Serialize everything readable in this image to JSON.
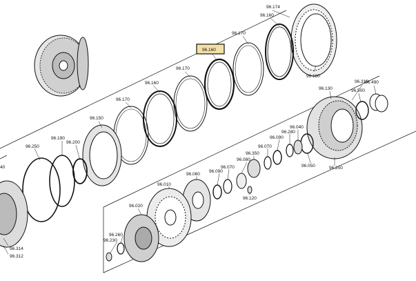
{
  "diagram": {
    "highlighted_label": "96.160",
    "labels": {
      "l_96_174": "96.174",
      "l_96_160_top": "96.160",
      "l_96_170_a": "96.170",
      "l_96_180": "96.180",
      "l_96_170_b": "96.170",
      "l_96_160_mid": "96.160",
      "l_96_170_c": "96.170",
      "l_96_150": "96.150",
      "l_96_190": "96.190",
      "l_96_200": "96.200",
      "l_96_250_left": "96.250",
      "l_40": "40",
      "l_96_310": "96.310",
      "l_96_130": "96.130",
      "l_96_500": "96.500",
      "l_96_490": "96.490",
      "l_96_040": "96.040",
      "l_96_280": "96.280",
      "l_96_090_a": "96.090",
      "l_96_070_a": "96.070",
      "l_96_050": "96.050",
      "l_96_250_right": "96.250",
      "l_96_080": "96.080",
      "l_96_350": "96.350",
      "l_96_070_b": "96.070",
      "l_96_090_b": "96.090",
      "l_96_060": "96.060",
      "l_96_010": "96.010",
      "l_96_120": "96.120",
      "l_96_020": "96.020",
      "l_96_260": "96.260",
      "l_96_230": "96.230",
      "l_96_314": "96.314",
      "l_96_312": "96.312"
    }
  }
}
